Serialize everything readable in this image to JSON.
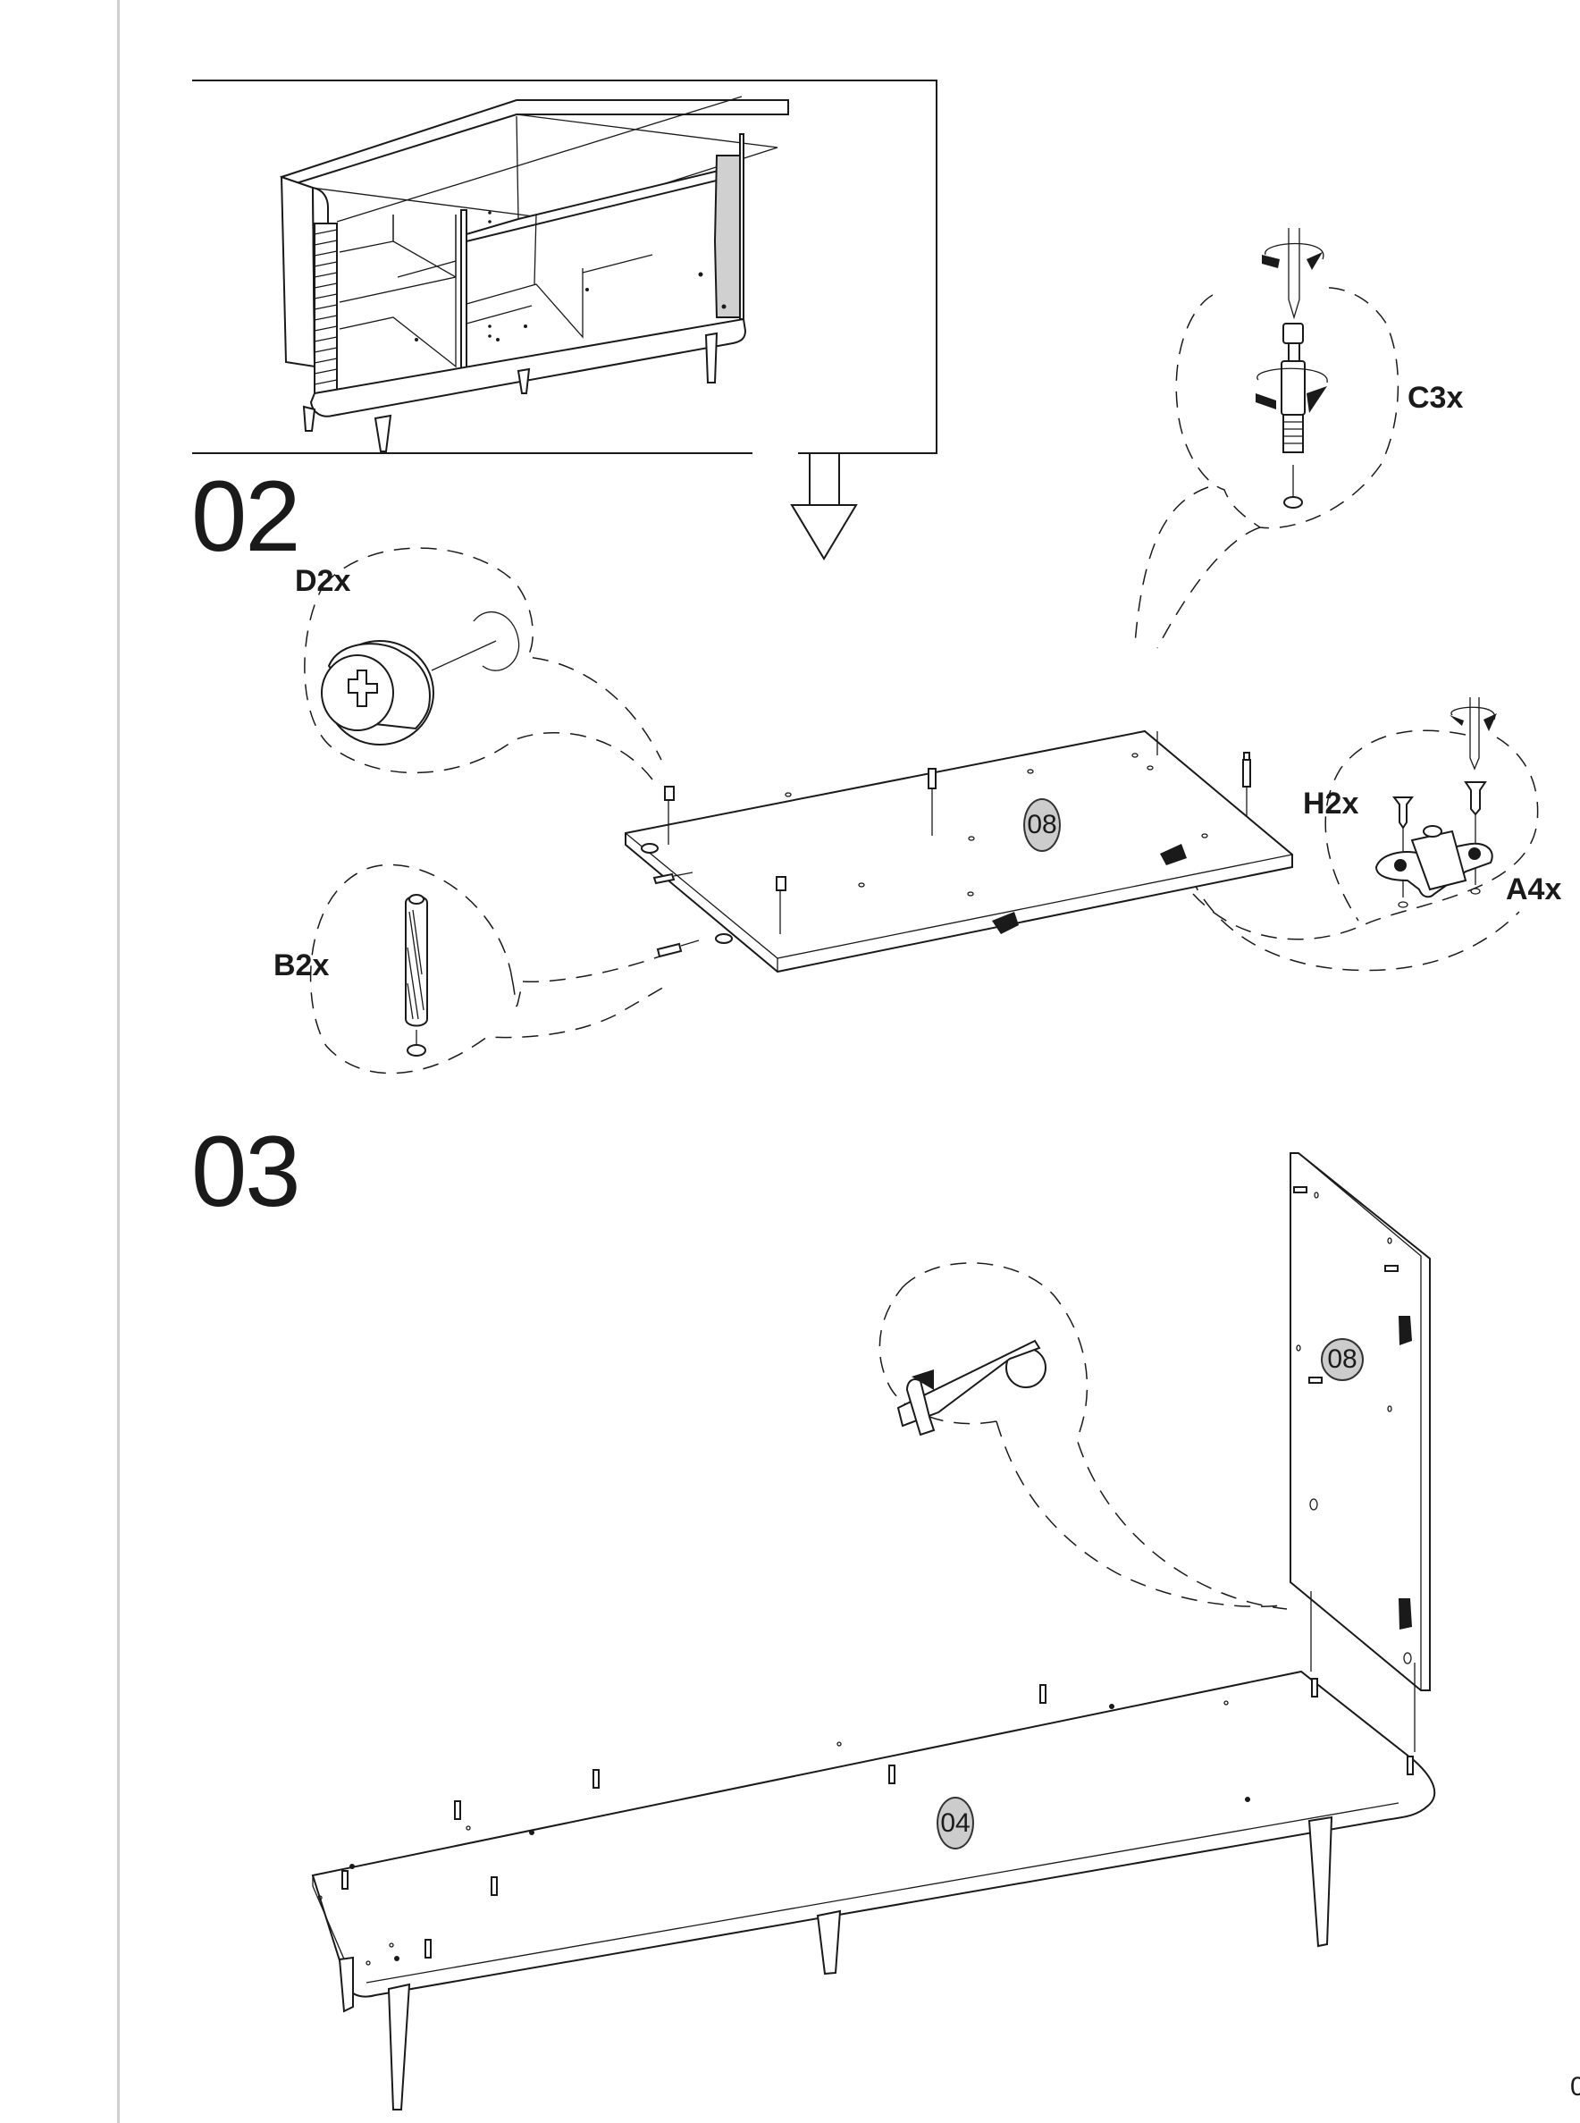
{
  "page": {
    "page_number_partial": "0"
  },
  "overview": {
    "description": "Assembled sideboard cabinet preview"
  },
  "steps": [
    {
      "number": "02",
      "parts": [
        {
          "label": "D2x",
          "part": "D",
          "quantity": 2,
          "item": "cam-lock"
        },
        {
          "label": "C3x",
          "part": "C",
          "quantity": 3,
          "item": "cam-bolt"
        },
        {
          "label": "H2x",
          "part": "H",
          "quantity": 2,
          "item": "hinge"
        },
        {
          "label": "A4x",
          "part": "A",
          "quantity": 4,
          "item": "screw"
        },
        {
          "label": "B2x",
          "part": "B",
          "quantity": 2,
          "item": "wooden-dowel"
        }
      ],
      "panel_badge": "08"
    },
    {
      "number": "03",
      "panel_badges": [
        "08",
        "04"
      ]
    }
  ],
  "colors": {
    "line": "#1a1a1a",
    "badge_fill": "#cccccc",
    "shade": "#d0d0d0",
    "margin_line": "#cfcfcf"
  }
}
